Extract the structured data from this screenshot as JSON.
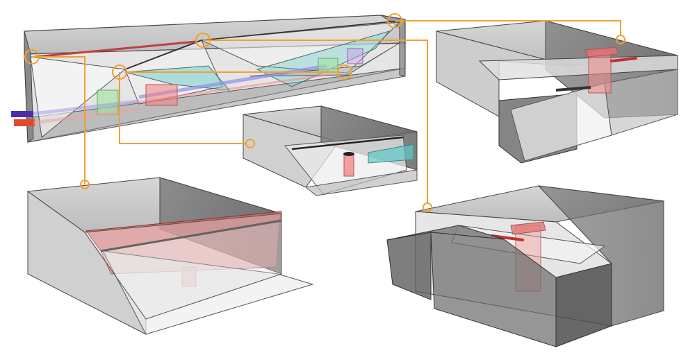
{
  "figure": {
    "background": "#ffffff",
    "callout_color": "#f0a030",
    "colors": {
      "box_side": "#b8b8b8",
      "box_dark": "#6e6e6e",
      "box_top": "#cfcfcf",
      "glass": "#e9e9e9",
      "edge": "#555555",
      "red_block": "#e87070",
      "green_block": "#9fe39f",
      "pipe_blue": "#4a2fa8",
      "pipe_red": "#e04a2a",
      "cyan_plate": "#5ec8c8"
    },
    "views": [
      {
        "id": "overview",
        "label": ""
      },
      {
        "id": "detail-center",
        "label": ""
      },
      {
        "id": "detail-top-right",
        "label": ""
      },
      {
        "id": "detail-bottom-left",
        "label": ""
      },
      {
        "id": "detail-bottom-right",
        "label": ""
      }
    ]
  }
}
